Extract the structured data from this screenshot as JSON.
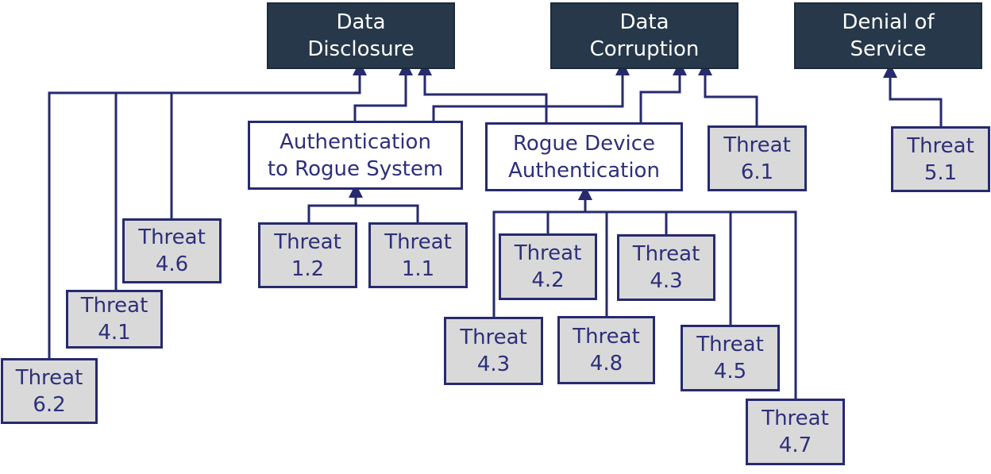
{
  "goals": {
    "data_disclosure": {
      "line1": "Data",
      "line2": "Disclosure"
    },
    "data_corruption": {
      "line1": "Data",
      "line2": "Corruption"
    },
    "denial_of_service": {
      "line1": "Denial of",
      "line2": "Service"
    }
  },
  "subgoals": {
    "auth_rogue_system": {
      "line1": "Authentication",
      "line2": "to Rogue System"
    },
    "rogue_device_auth": {
      "line1": "Rogue Device",
      "line2": "Authentication"
    }
  },
  "threats": {
    "t6_1": {
      "label": "Threat",
      "id": "6.1"
    },
    "t5_1": {
      "label": "Threat",
      "id": "5.1"
    },
    "t4_6": {
      "label": "Threat",
      "id": "4.6"
    },
    "t4_1": {
      "label": "Threat",
      "id": "4.1"
    },
    "t6_2": {
      "label": "Threat",
      "id": "6.2"
    },
    "t1_2": {
      "label": "Threat",
      "id": "1.2"
    },
    "t1_1": {
      "label": "Threat",
      "id": "1.1"
    },
    "t4_2": {
      "label": "Threat",
      "id": "4.2"
    },
    "t4_3_top": {
      "label": "Threat",
      "id": "4.3"
    },
    "t4_3_bottom": {
      "label": "Threat",
      "id": "4.3"
    },
    "t4_8": {
      "label": "Threat",
      "id": "4.8"
    },
    "t4_5": {
      "label": "Threat",
      "id": "4.5"
    },
    "t4_7": {
      "label": "Threat",
      "id": "4.7"
    }
  },
  "colors": {
    "goal_fill": "#263849",
    "connector": "#262a6e",
    "threat_fill": "#d9d9d9",
    "text_blue": "#2d2f7a"
  }
}
